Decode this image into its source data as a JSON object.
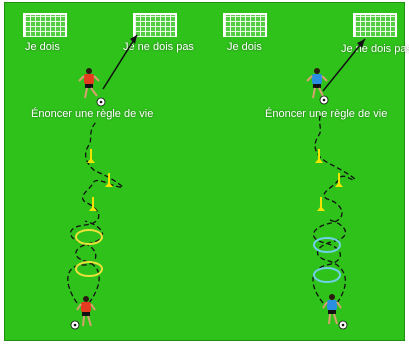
{
  "goal_labels": {
    "left_yes": "Je dois",
    "left_no": "Je ne dois pas",
    "right_yes": "Je dois",
    "right_no": "Je ne dois pas"
  },
  "instructions": {
    "left": "Énoncer une règle de vie",
    "right": "Énoncer une règle de vie"
  },
  "colors": {
    "field": "#2fc21b",
    "team_red": "#e53b1e",
    "team_blue": "#2a8fe0",
    "cone_yellow": "#f2e400",
    "hoop_yellow": "#e8e23a",
    "hoop_cyan": "#6fd0e6",
    "path": "#111111"
  }
}
